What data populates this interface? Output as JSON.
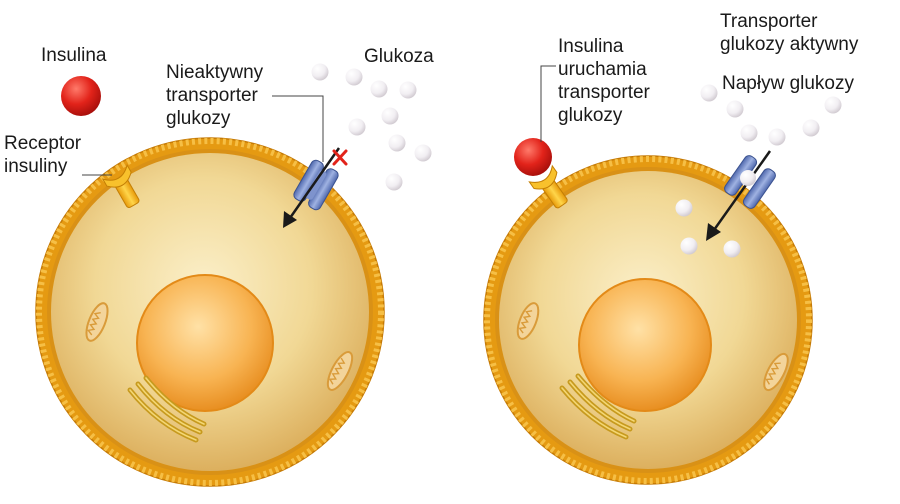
{
  "left_panel": {
    "insulin_label": "Insulina",
    "receptor_label": [
      "Receptor",
      "insuliny"
    ],
    "transporter_label": [
      "Nieaktywny",
      "transporter",
      "glukozy"
    ],
    "glucose_label": "Glukoza"
  },
  "right_panel": {
    "insulin_action_label": [
      "Insulina",
      "uruchamia",
      "transporter",
      "glukozy"
    ],
    "active_transporter_label": [
      "Transporter",
      "glukozy aktywny"
    ],
    "influx_label": "Napływ glukozy"
  },
  "colors": {
    "insulin": "#e2231a",
    "receptor": "#f3b719",
    "transporter": "#6f86c3",
    "cell_membrane": "#e59a12",
    "cytoplasm": "#efd390",
    "nucleus": "#f6a93a",
    "block_mark": "#e2231a"
  }
}
